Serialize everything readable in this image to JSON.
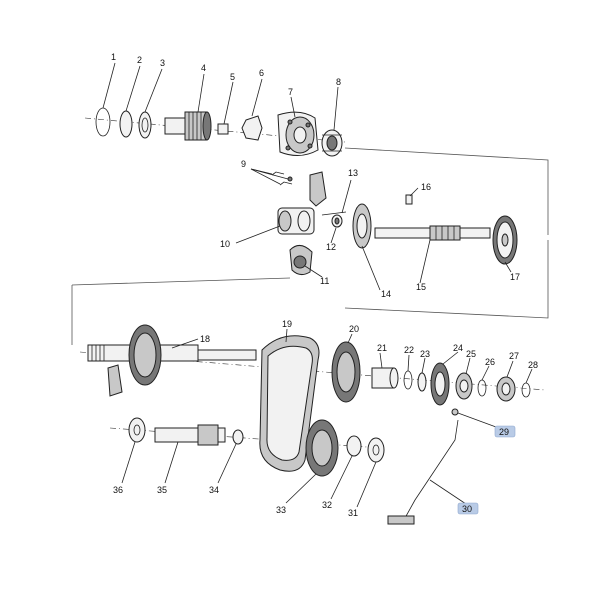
{
  "header": {
    "faint_text": ""
  },
  "callouts": [
    {
      "id": 1,
      "label": "1"
    },
    {
      "id": 2,
      "label": "2"
    },
    {
      "id": 3,
      "label": "3"
    },
    {
      "id": 4,
      "label": "4"
    },
    {
      "id": 5,
      "label": "5"
    },
    {
      "id": 6,
      "label": "6"
    },
    {
      "id": 7,
      "label": "7"
    },
    {
      "id": 8,
      "label": "8"
    },
    {
      "id": 9,
      "label": "9"
    },
    {
      "id": 10,
      "label": "10"
    },
    {
      "id": 11,
      "label": "11"
    },
    {
      "id": 12,
      "label": "12"
    },
    {
      "id": 13,
      "label": "13"
    },
    {
      "id": 14,
      "label": "14"
    },
    {
      "id": 15,
      "label": "15"
    },
    {
      "id": 16,
      "label": "16"
    },
    {
      "id": 17,
      "label": "17"
    },
    {
      "id": 18,
      "label": "18"
    },
    {
      "id": 19,
      "label": "19"
    },
    {
      "id": 20,
      "label": "20"
    },
    {
      "id": 21,
      "label": "21"
    },
    {
      "id": 22,
      "label": "22"
    },
    {
      "id": 23,
      "label": "23"
    },
    {
      "id": 24,
      "label": "24"
    },
    {
      "id": 25,
      "label": "25"
    },
    {
      "id": 26,
      "label": "26"
    },
    {
      "id": 27,
      "label": "27"
    },
    {
      "id": 28,
      "label": "28"
    },
    {
      "id": 29,
      "label": "29",
      "highlighted": true
    },
    {
      "id": 30,
      "label": "30",
      "highlighted": true
    },
    {
      "id": 31,
      "label": "31"
    },
    {
      "id": 32,
      "label": "32"
    },
    {
      "id": 33,
      "label": "33"
    },
    {
      "id": 34,
      "label": "34"
    },
    {
      "id": 35,
      "label": "35"
    },
    {
      "id": 36,
      "label": "36"
    }
  ],
  "colors": {
    "highlight": "#b9cbe6",
    "ink": "#222222",
    "background": "#ffffff"
  }
}
